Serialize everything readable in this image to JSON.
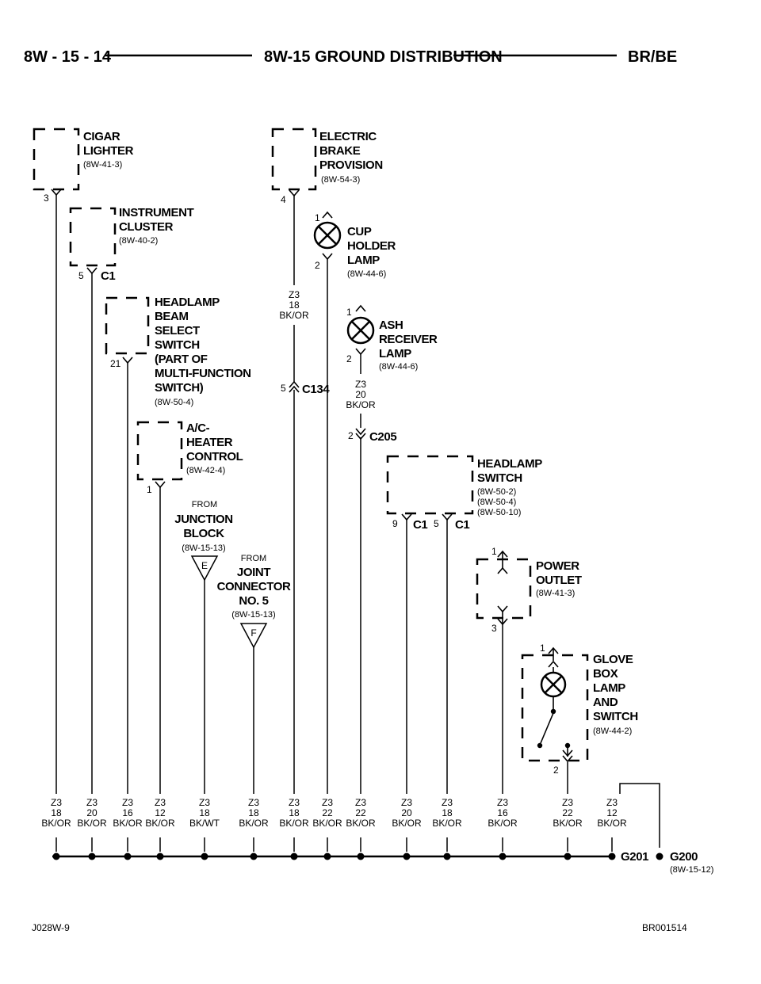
{
  "header": {
    "page": "8W - 15 - 14",
    "title": "8W-15 GROUND DISTRIBUTION",
    "model": "BR/BE"
  },
  "components": {
    "cigar_lighter": {
      "name": [
        "CIGAR",
        "LIGHTER"
      ],
      "ref": "(8W-41-3)",
      "pin": "3"
    },
    "instrument_cluster": {
      "name": [
        "INSTRUMENT",
        "CLUSTER"
      ],
      "ref": "(8W-40-2)",
      "pin": "5",
      "connector": "C1"
    },
    "headlamp_beam_select": {
      "name": [
        "HEADLAMP",
        "BEAM",
        "SELECT",
        "SWITCH",
        "(PART OF",
        "MULTI-FUNCTION",
        "SWITCH)"
      ],
      "ref": "(8W-50-4)",
      "pin": "21"
    },
    "ac_heater_control": {
      "name": [
        "A/C-",
        "HEATER",
        "CONTROL"
      ],
      "ref": "(8W-42-4)",
      "pin": "1"
    },
    "junction_block": {
      "from": "FROM",
      "name": [
        "JUNCTION",
        "BLOCK"
      ],
      "ref": "(8W-15-13)",
      "splice": "E"
    },
    "joint_connector": {
      "from": "FROM",
      "name": [
        "JOINT",
        "CONNECTOR",
        "NO. 5"
      ],
      "ref": "(8W-15-13)",
      "splice": "F"
    },
    "electric_brake": {
      "name": [
        "ELECTRIC",
        "BRAKE",
        "PROVISION"
      ],
      "ref": "(8W-54-3)",
      "pin": "4"
    },
    "cup_holder_lamp": {
      "name": [
        "CUP",
        "HOLDER",
        "LAMP"
      ],
      "ref": "(8W-44-6)",
      "pin_top": "1",
      "pin_bottom": "2"
    },
    "ash_receiver_lamp": {
      "name": [
        "ASH",
        "RECEIVER",
        "LAMP"
      ],
      "ref": "(8W-44-6)",
      "pin_top": "1",
      "pin_bottom": "2"
    },
    "headlamp_switch": {
      "name": [
        "HEADLAMP",
        "SWITCH"
      ],
      "refs": [
        "(8W-50-2)",
        "(8W-50-4)",
        "(8W-50-10)"
      ],
      "pin_a": "9",
      "conn_a": "C1",
      "pin_b": "5",
      "conn_b": "C1"
    },
    "power_outlet": {
      "name": [
        "POWER",
        "OUTLET"
      ],
      "ref": "(8W-41-3)",
      "pin_top": "1",
      "pin_bottom": "3"
    },
    "glove_box": {
      "name": [
        "GLOVE",
        "BOX",
        "LAMP",
        "AND",
        "SWITCH"
      ],
      "ref": "(8W-44-2)",
      "pin_top": "1",
      "pin_bottom": "2"
    }
  },
  "connectors": {
    "c134": {
      "pin": "5",
      "name": "C134"
    },
    "c205": {
      "pin": "2",
      "name": "C205"
    }
  },
  "mid_wires": {
    "brake": [
      "Z3",
      "18",
      "BK/OR"
    ],
    "ash": [
      "Z3",
      "20",
      "BK/OR"
    ]
  },
  "wires": [
    [
      "Z3",
      "18",
      "BK/OR"
    ],
    [
      "Z3",
      "20",
      "BK/OR"
    ],
    [
      "Z3",
      "16",
      "BK/OR"
    ],
    [
      "Z3",
      "12",
      "BK/OR"
    ],
    [
      "Z3",
      "18",
      "BK/WT"
    ],
    [
      "Z3",
      "18",
      "BK/OR"
    ],
    [
      "Z3",
      "18",
      "BK/OR"
    ],
    [
      "Z3",
      "22",
      "BK/OR"
    ],
    [
      "Z3",
      "22",
      "BK/OR"
    ],
    [
      "Z3",
      "20",
      "BK/OR"
    ],
    [
      "Z3",
      "18",
      "BK/OR"
    ],
    [
      "Z3",
      "16",
      "BK/OR"
    ],
    [
      "Z3",
      "22",
      "BK/OR"
    ],
    [
      "Z3",
      "12",
      "BK/OR"
    ]
  ],
  "grounds": {
    "g201": "G201",
    "g200": "G200",
    "g200_ref": "(8W-15-12)"
  },
  "footer": {
    "left": "J028W-9",
    "right": "BR001514"
  }
}
